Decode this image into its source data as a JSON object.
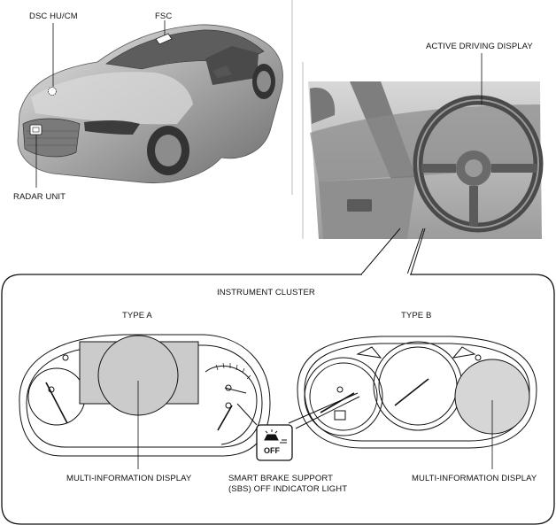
{
  "labels": {
    "dsc_hu_cm": "DSC HU/CM",
    "fsc": "FSC",
    "radar_unit": "RADAR UNIT",
    "active_driving_display": "ACTIVE DRIVING DISPLAY",
    "instrument_cluster": "INSTRUMENT CLUSTER",
    "type_a": "TYPE A",
    "type_b": "TYPE B",
    "mid_left": "MULTI-INFORMATION DISPLAY",
    "mid_right": "MULTI-INFORMATION DISPLAY",
    "sbs_line1": "SMART BRAKE SUPPORT",
    "sbs_line2": "(SBS) OFF INDICATOR LIGHT",
    "sbs_icon_text": "OFF"
  },
  "colors": {
    "line": "#1a1a1a",
    "display_fill": "#c9c9c9",
    "car_body": "#9a9a9a",
    "interior": "#b5b5b5"
  }
}
